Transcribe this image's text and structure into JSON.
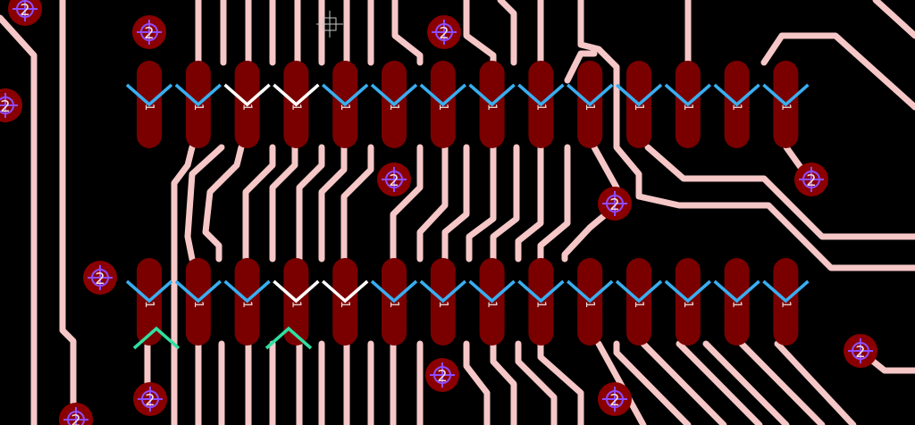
{
  "colors": {
    "background": "#000000",
    "trace": "#f6c7c7",
    "pad": "#7a0000",
    "via_fill": "#8a0000",
    "via_cross": "#8f4dff",
    "ratsnest_blue": "#39aef0",
    "ratsnest_white": "#ffffff",
    "ratsnest_green": "#2fe0a0",
    "label": "#f3dede"
  },
  "icons": {
    "cursor": "crosshair-cursor-icon"
  },
  "pads": {
    "top_row_label": "1",
    "bottom_row_label": "1",
    "top_row_count": 14,
    "bottom_row_count": 14
  },
  "vias": {
    "label": "2"
  }
}
